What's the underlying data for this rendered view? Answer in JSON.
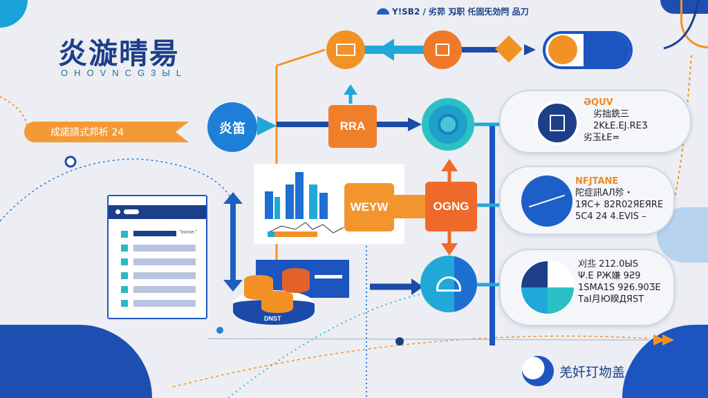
{
  "header": {
    "title": "炎漩晴昜",
    "subtitle": "OHOVNCG3ЫL",
    "top_caption": "Y!SB2 / 劣茆 刄职 仛固旡効閂 品刀",
    "ribbon": "成諾請式邦析 24"
  },
  "nodes": {
    "start_circle": "炎笛",
    "orange_box_top": "RRA",
    "orange_box_mid": "WEYW",
    "orange_box_right": "OGNG",
    "database_label": "DNST"
  },
  "cards": [
    {
      "heading": "ƏQUV",
      "lines": [
        "劣拙銑三",
        "2KŁЕ.ЕJ.REƷ",
        "劣玉ŁЕ="
      ],
      "icon": "document-icon"
    },
    {
      "heading": "NFJTANE",
      "lines": [
        "陀症訊АЛ殄・",
        "1ЯC+ 82R02ЯEЯRE",
        "5C4 24 4.EVIS –"
      ],
      "icon": "chart-line-icon"
    },
    {
      "heading": "",
      "lines": [
        "刈丠 212.0ЫS",
        "Ψ.E PЖ嫌 9Ƨ9",
        "1SMA1S 9ƻ6.90ƷE",
        "ТаI月Ю睽ДЯST"
      ],
      "icon": "pie-chart-icon"
    }
  ],
  "browser": {
    "tag": "\"Ininne.\""
  },
  "footer": {
    "logo_text": "羌奷玎圽盖"
  },
  "colors": {
    "navy": "#1c3f8a",
    "blue": "#1d6fd1",
    "cyan": "#22a8d8",
    "orange": "#f39224",
    "red_orange": "#ee6a2a",
    "teal": "#2cc0c4"
  }
}
